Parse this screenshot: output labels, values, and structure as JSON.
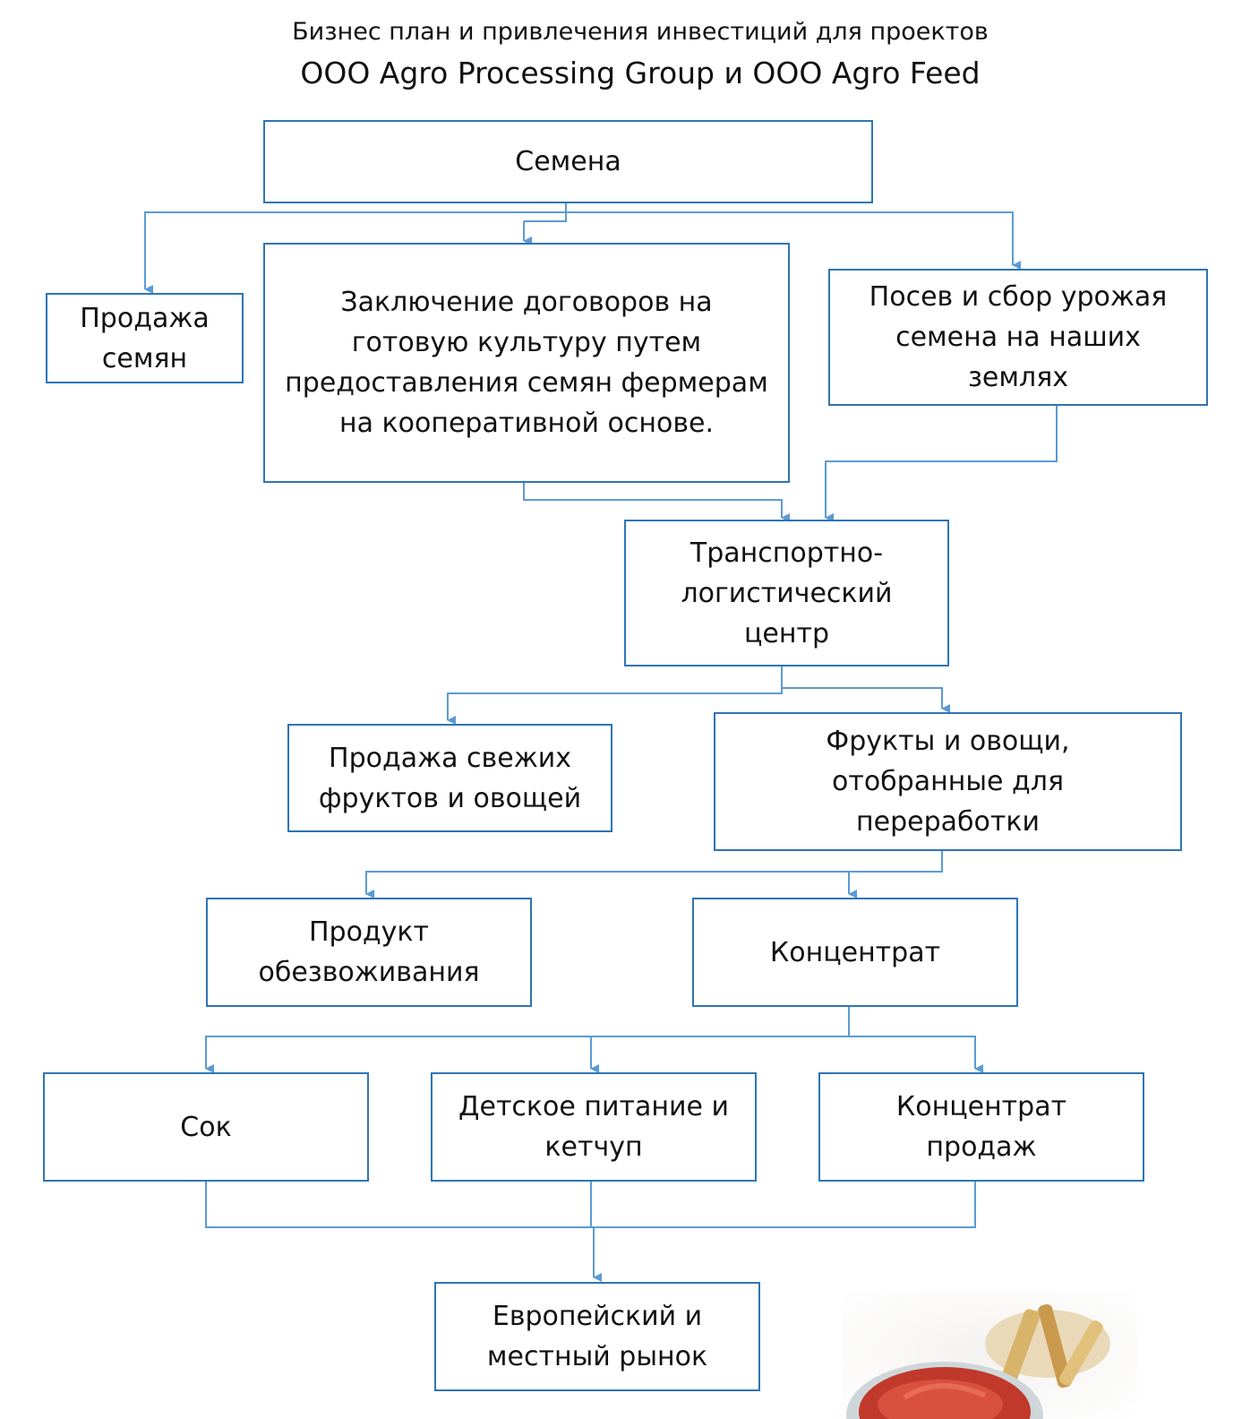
{
  "title": {
    "line1": "Бизнес план и привлечения инвестиций для проектов",
    "line2": "ООО Agro Processing Group и ООО Agro Feed"
  },
  "nodes": {
    "seeds": "Семена",
    "seed_sales": "Продажа семян",
    "contracts": "Заключение договоров на готовую культуру путем предоставления семян фермерам на кооперативной основе.",
    "sowing": "Посев и сбор урожая семена на наших землях",
    "logistics": "Транспортно-логистический центр",
    "fresh_sales": "Продажа свежих фруктов и овощей",
    "processing": "Фрукты и овощи, отобранные для переработки",
    "dehydration": "Продукт обезвоживания",
    "concentrate": "Концентрат",
    "juice": "Сок",
    "baby_food": "Детское питание и кетчуп",
    "concentrate_sales": "Концентрат продаж",
    "market": "Европейский и местный рынок"
  },
  "colors": {
    "accent": "#2e75b6",
    "connector": "#5b9bd5"
  }
}
